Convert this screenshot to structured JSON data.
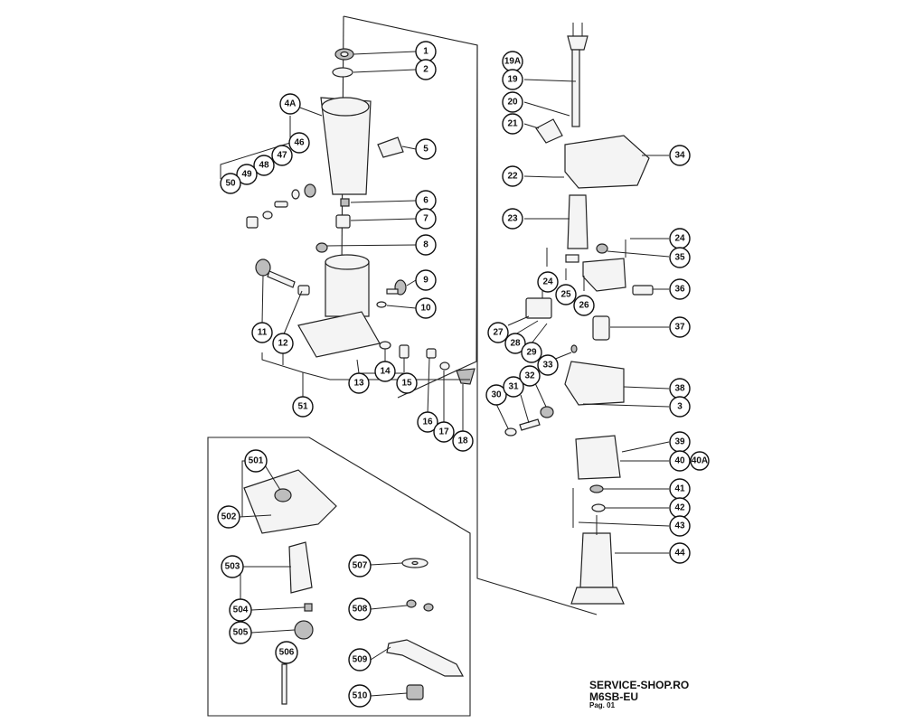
{
  "footer": {
    "shop": "SERVICE-SHOP.RO",
    "model": "M6SB-EU",
    "page": "Pag. 01"
  },
  "labels": [
    "1",
    "2",
    "4A",
    "5",
    "46",
    "47",
    "48",
    "49",
    "50",
    "6",
    "7",
    "8",
    "9",
    "10",
    "11",
    "12",
    "13",
    "14",
    "15",
    "16",
    "17",
    "18",
    "51",
    "19A",
    "19",
    "20",
    "21",
    "22",
    "23",
    "24",
    "25",
    "26",
    "27",
    "28",
    "29",
    "33",
    "30",
    "31",
    "32",
    "34",
    "35",
    "36",
    "37",
    "38",
    "3",
    "39",
    "40",
    "40A",
    "41",
    "42",
    "43",
    "44",
    "501",
    "502",
    "503",
    "504",
    "505",
    "506",
    "507",
    "508",
    "509",
    "510"
  ],
  "colors": {
    "ink": "#222222",
    "background": "#ffffff"
  }
}
